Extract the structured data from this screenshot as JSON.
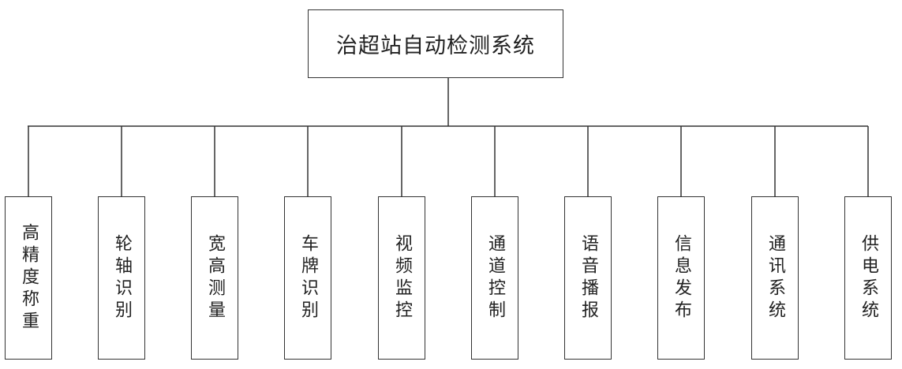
{
  "root": {
    "label": "治超站自动检测系统"
  },
  "children": [
    {
      "label": "高精度称重"
    },
    {
      "label": "轮轴识别"
    },
    {
      "label": "宽高测量"
    },
    {
      "label": "车牌识别"
    },
    {
      "label": "视频监控"
    },
    {
      "label": "通道控制"
    },
    {
      "label": "语音播报"
    },
    {
      "label": "信息发布"
    },
    {
      "label": "通讯系统"
    },
    {
      "label": "供电系统"
    }
  ]
}
